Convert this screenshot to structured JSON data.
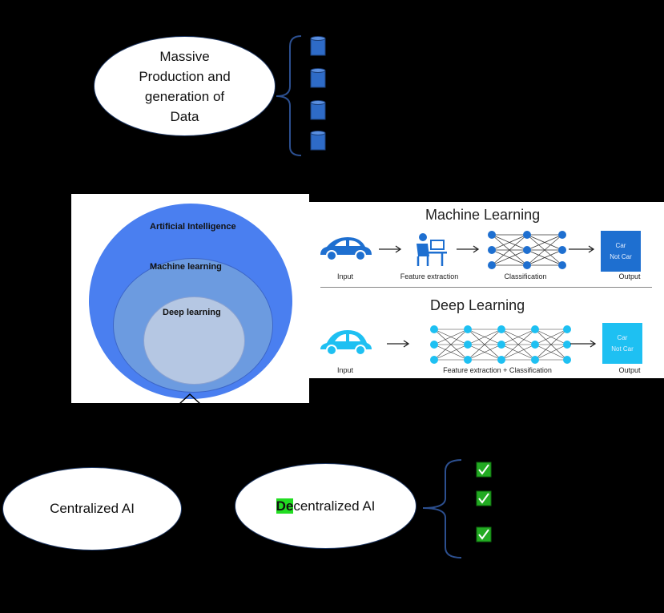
{
  "top": {
    "data_bubble": [
      "Massive",
      "Production and",
      "generation of",
      "Data"
    ],
    "items_count": 4
  },
  "venn": {
    "outer": "Artificial Intelligence",
    "middle": "Machine learning",
    "inner": "Deep learning"
  },
  "ml_section": {
    "title": "Machine Learning",
    "captions": [
      "Input",
      "Feature extraction",
      "Classification",
      "Output"
    ],
    "output_lines": [
      "Car",
      "Not Car"
    ]
  },
  "dl_section": {
    "title": "Deep Learning",
    "captions": [
      "Input",
      "Feature extraction + Classification",
      "Output"
    ],
    "output_lines": [
      "Car",
      "Not Car"
    ]
  },
  "bottom": {
    "centralized": "Centralized AI",
    "decentralized_highlight": "De",
    "decentralized_rest": "centralized AI",
    "checks_count": 3
  },
  "colors": {
    "ai_outer": "#4a7ff0",
    "ml_mid": "#6c9be0",
    "dl_inner": "#b5c7e3",
    "ml_blue": "#1e6fd0",
    "dl_cyan": "#1ec0f2",
    "highlight": "#22dd22",
    "check_green": "#22aa22"
  }
}
